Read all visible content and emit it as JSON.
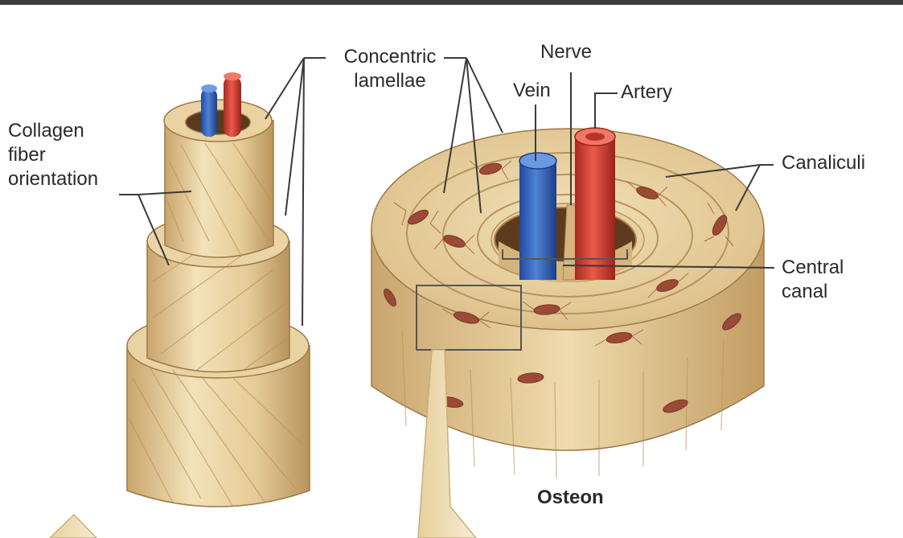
{
  "labels": {
    "concentric_lamellae": [
      "Concentric",
      "lamellae"
    ],
    "collagen": [
      "Collagen",
      "fiber",
      "orientation"
    ],
    "nerve": "Nerve",
    "vein": "Vein",
    "artery": "Artery",
    "canaliculi": "Canaliculi",
    "central_canal": [
      "Central",
      "canal"
    ],
    "osteon": "Osteon"
  },
  "colors": {
    "bone_light": "#f1ddb0",
    "bone_mid": "#dfc08a",
    "bone_dark": "#b58e55",
    "vein": "#2f5fb8",
    "artery": "#d23a2e",
    "osteocyte": "#9a4a35",
    "leader": "#3a3a3a"
  }
}
